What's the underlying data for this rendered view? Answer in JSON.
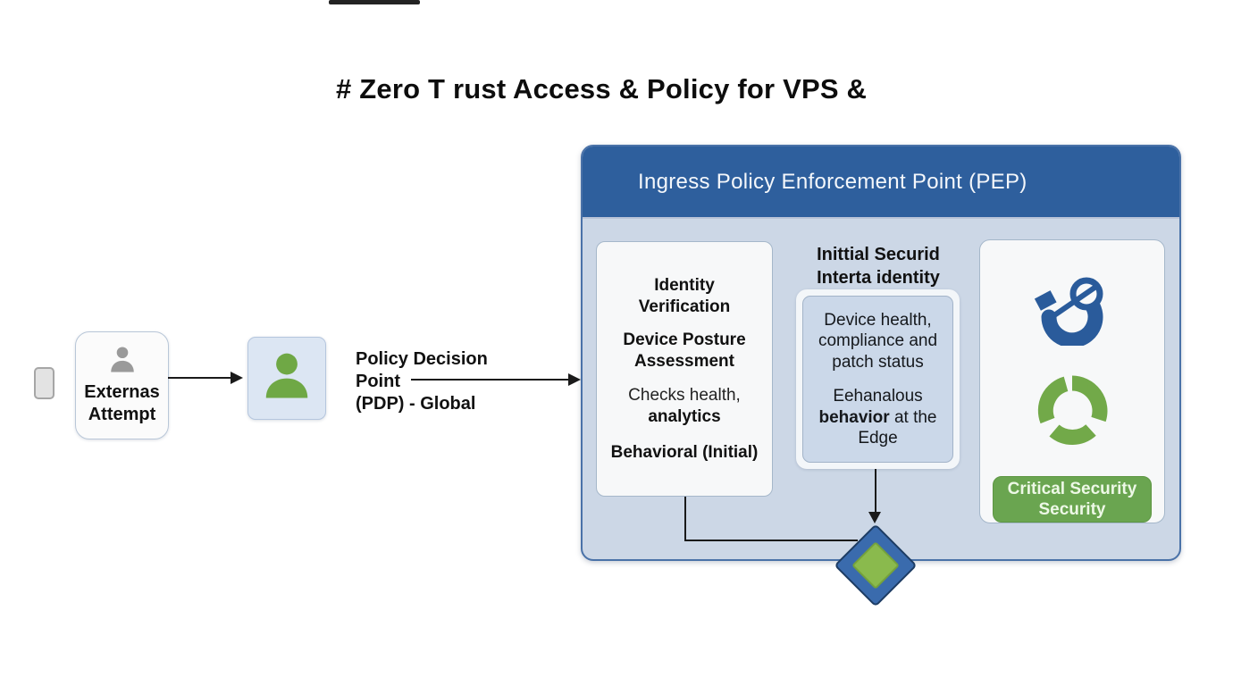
{
  "title": {
    "text": "# Zero T rust Access & Policy for VPS &"
  },
  "flow": {
    "external_box": {
      "label": "Externas\nAttempt",
      "icon": "user-icon"
    },
    "user_box": {
      "icon": "user-icon"
    },
    "pdp_label": {
      "text": "Policy Decision\nPoint\n(PDP) - Global"
    }
  },
  "pep": {
    "header": {
      "title": "Ingress Policy Enforcement Point (PEP)"
    },
    "identity_card": {
      "lines": [
        {
          "text": "Identity Verification"
        },
        {
          "text": "Device Posture Assessment"
        },
        {
          "text": "Checks health,"
        },
        {
          "text": "analytics"
        },
        {
          "text": "Behavioral (Initial)"
        }
      ]
    },
    "middle": {
      "heading": "Inittial Securid\nInterta identity",
      "card": {
        "para1": "Device health,\ncompliance and\npatch status",
        "para2_line1": "Eehanalous",
        "para2_bold": "behavior",
        "para2_rest": " at the",
        "para2_line3": "Edge"
      }
    },
    "right_card": {
      "icons": [
        "security-key-icon",
        "donut-chart-icon"
      ],
      "button_label": "Critical Security\nSecurity"
    },
    "decision_diamond": {
      "icon": "decision-diamond-icon"
    }
  },
  "colors": {
    "header_blue": "#2e5f9d",
    "panel_bg": "#ccd7e6",
    "panel_border": "#4a72a8",
    "card_bg": "#f7f8f9",
    "accent_green": "#6aa550",
    "icon_blue": "#2a5b9b",
    "icon_gray": "#9a9a9a",
    "icon_green": "#6fa845",
    "diamond_blue": "#3a6bad",
    "diamond_green": "#8aba4d",
    "arrow_black": "#1a1a1a"
  }
}
